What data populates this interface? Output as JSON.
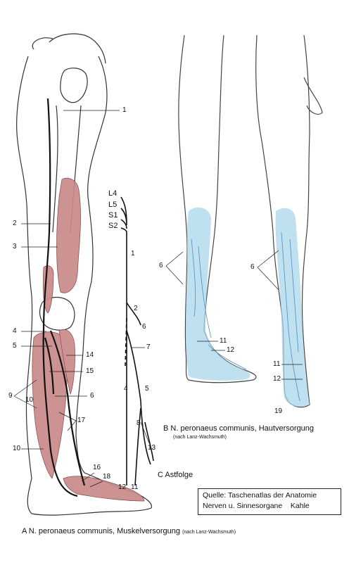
{
  "figure_a": {
    "label_1": "1",
    "label_2": "2",
    "label_3": "3",
    "label_4": "4",
    "label_5": "5",
    "label_6": "6",
    "label_9": "9",
    "label_10a": "10",
    "label_10b": "10",
    "label_14": "14",
    "label_15": "15",
    "label_16": "16",
    "label_17": "17",
    "label_18": "18",
    "caption_letter": "A",
    "caption": "N. peronaeus communis, Muskelversorgung",
    "caption_note": "(nach Lanz-Wachsmuth)"
  },
  "figure_b": {
    "label_6a": "6",
    "label_6b": "6",
    "label_11a": "11",
    "label_11b": "11",
    "label_12a": "12",
    "label_12b": "12",
    "label_19": "19",
    "caption_letter": "B",
    "caption": "N. peronaeus communis, Hautversorgung",
    "caption_note": "(nach Lanz-Wachsmuth)"
  },
  "figure_c": {
    "roots": [
      "L4",
      "L5",
      "S1",
      "S2"
    ],
    "label_1": "1",
    "label_2": "2",
    "label_4": "4",
    "label_5": "5",
    "label_6": "6",
    "label_7": "7",
    "label_8": "8",
    "label_11": "11",
    "label_12": "12",
    "label_13": "13",
    "caption_letter": "C",
    "caption": "Astfolge"
  },
  "source": {
    "line1": "Quelle: Taschenatlas der Anatomie",
    "line2": "Nerven u. Sinnesorgane    Kahle"
  },
  "colors": {
    "muscle": "#c98a8a",
    "skin_area": "#a9d6ea",
    "nerve": "#111111"
  }
}
